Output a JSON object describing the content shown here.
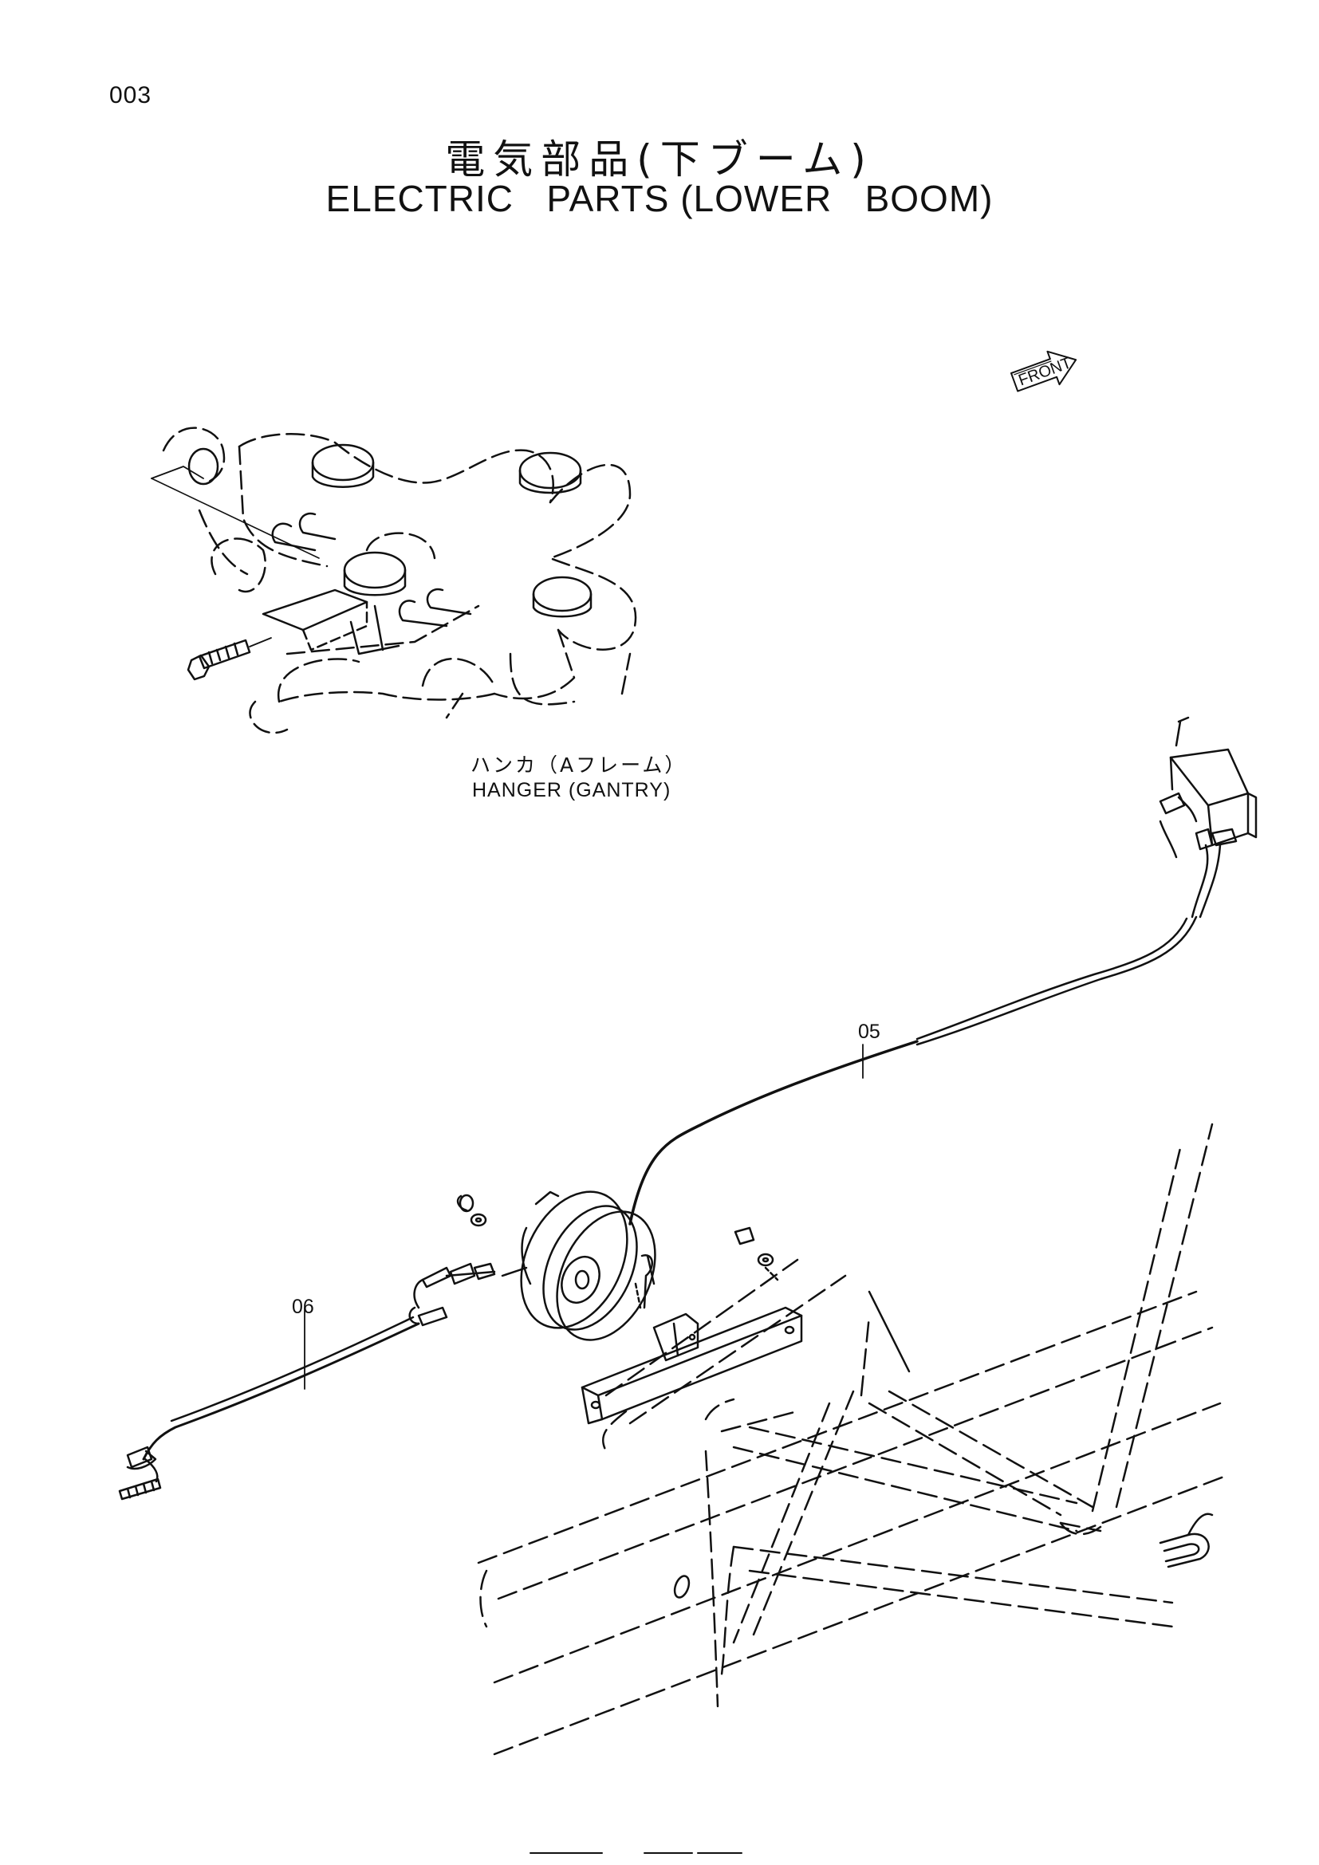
{
  "page_number": "003",
  "title": {
    "japanese": "電気部品(下ブーム)",
    "english": "ELECTRIC   PARTS (LOWER   BOOM)"
  },
  "hanger_label": {
    "japanese": "ハンカ（Aフレーム）",
    "english": "HANGER (GANTRY)"
  },
  "front_indicator": "FRONT",
  "callouts": [
    "05",
    "06"
  ]
}
